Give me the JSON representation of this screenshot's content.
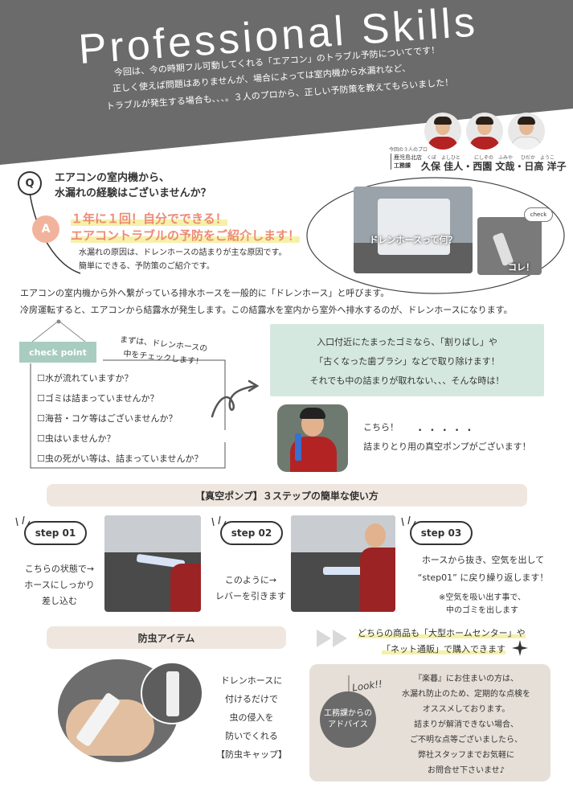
{
  "header": {
    "title": "Professional Skills",
    "intro": [
      "今回は、今の時期フル可動してくれる「エアコン」のトラブル予防についてです！",
      "正しく使えば問題はありませんが、場合によっては室内機から水漏れなど、",
      "トラブルが発生する場合も、、、。３人のプロから、正しい予防策を教えてもらいました！"
    ],
    "staff_caption": "今回の３人のプロ",
    "dept_line1": "鹿児島北店",
    "dept_line2": "工務課",
    "staff": [
      {
        "name": "久保 佳人",
        "ruby": "くぼ　よしひと"
      },
      {
        "name": "西園 文哉",
        "ruby": "にしぞの　ふみや"
      },
      {
        "name": "日高 洋子",
        "ruby": "ひだか　ようこ"
      }
    ],
    "separator": "・"
  },
  "qa": {
    "q_label": "Q",
    "question": [
      "エアコンの室内機から、",
      "水漏れの経験はございませんか？"
    ],
    "a_label": "A",
    "answer": [
      "１年に１回！自分でできる！",
      "エアコントラブルの予防をご紹介します！"
    ],
    "desc": [
      "水漏れの原因は、ドレンホースの詰まりが主な原因です。",
      "簡単にできる、予防策のご紹介です。"
    ]
  },
  "photos": {
    "drain_label": "ドレンホースって何？",
    "check_label": "check",
    "kore_label": "コレ！"
  },
  "explain": [
    "エアコンの室内機から外へ繋がっている排水ホースを一般的に「ドレンホース」と呼びます。",
    "冷房運転すると、エアコンから結露水が発生します。この結露水を室内から室外へ排水するのが、ドレンホースになります。"
  ],
  "checkpoint": {
    "tag": "check point",
    "note": [
      "まずは、ドレンホースの",
      "中をチェックします！"
    ],
    "items": [
      "☐水が流れていますか？",
      "☐ゴミは詰まっていませんか？",
      "☐海苔・コケ等はございませんか？",
      "☐虫はいませんか？",
      "☐虫の死がい等は、詰まっていませんか？"
    ]
  },
  "tip_box": [
    "入口付近にたまったゴミなら、「割りばし」や",
    "「古くなった歯ブラシ」などで取り除けます！",
    "それでも中の詰まりが取れない、、、そんな時は！"
  ],
  "pump_intro": [
    "こちら！",
    "詰まりとり用の真空ポンプがございます！"
  ],
  "pump_section": {
    "heading": "【真空ポンプ】３ステップの簡単な使い方",
    "steps": [
      {
        "label": "step 01",
        "text": [
          "こちらの状態で→",
          "ホースにしっかり",
          "差し込む"
        ]
      },
      {
        "label": "step 02",
        "text": [
          "このように→",
          "レバーを引きます"
        ]
      },
      {
        "label": "step 03",
        "text": [
          "ホースから抜き、空気を出して",
          "“step01” に戻り繰り返します！"
        ],
        "note": [
          "※空気を吸い出す事で、",
          "中のゴミを出します"
        ]
      }
    ]
  },
  "bug_section": {
    "heading": "防虫アイテム",
    "store_text": [
      "どちらの商品も「大型ホームセンター」や",
      "「ネット通販」で購入できます"
    ],
    "item_text": [
      "ドレンホースに",
      "付けるだけで",
      "虫の侵入を",
      "防いでくれる",
      "【防虫キャップ】"
    ]
  },
  "advice": {
    "look": "Look!!",
    "circle": [
      "工務課からの",
      "アドバイス"
    ],
    "text": [
      "『楽暮』にお住まいの方は、",
      "水漏れ防止のため、定期的な点検を",
      "オススメしております。",
      "詰まりが解消できない場合、",
      "ご不明な点等ございましたら、",
      "弊社スタッフまでお気軽に",
      "お問合せ下さいませ♪"
    ]
  },
  "colors": {
    "header_gray": "#6b6b6b",
    "accent_orange": "#ec8b76",
    "mint": "#a8ccc0",
    "beige": "#efe7df"
  }
}
